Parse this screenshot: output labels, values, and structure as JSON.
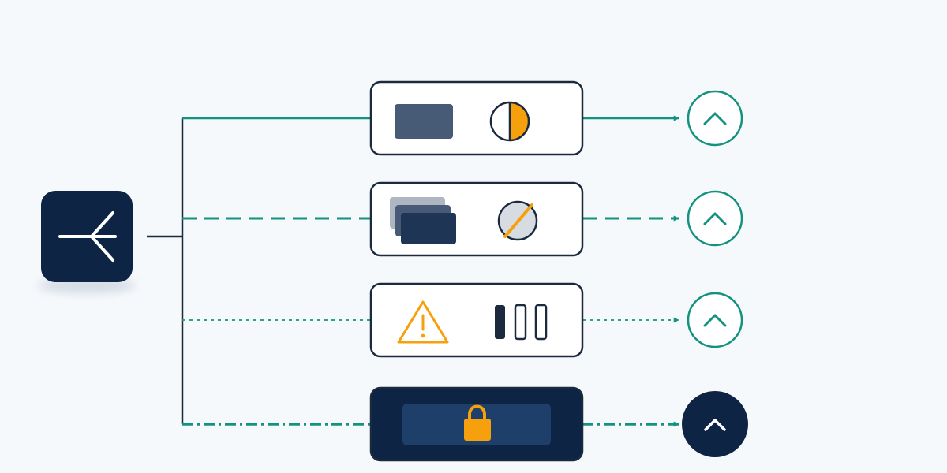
{
  "colors": {
    "background": "#f6f9fc",
    "navy": "#0e2445",
    "slate": "#475a76",
    "teal": "#13927f",
    "amber": "#f5a00c",
    "card_fill": "#ffffff",
    "card_border": "#1c2a3e"
  },
  "source": {
    "icon": "fork-branch-icon"
  },
  "branches": [
    {
      "line_style": "solid",
      "state_icons": [
        "filled-rectangle-icon",
        "half-contrast-circle-icon"
      ],
      "end_icon": "chevron-up-icon",
      "end_style": "outline"
    },
    {
      "line_style": "dashed",
      "state_icons": [
        "stacked-layers-icon",
        "slashed-circle-icon"
      ],
      "end_icon": "chevron-up-icon",
      "end_style": "outline"
    },
    {
      "line_style": "dotted",
      "state_icons": [
        "warning-triangle-icon",
        "three-bars-icon"
      ],
      "end_icon": "chevron-up-icon",
      "end_style": "outline"
    },
    {
      "line_style": "dash-dot",
      "state_icons": [
        "padlock-icon"
      ],
      "end_icon": "chevron-up-icon",
      "end_style": "filled"
    }
  ]
}
